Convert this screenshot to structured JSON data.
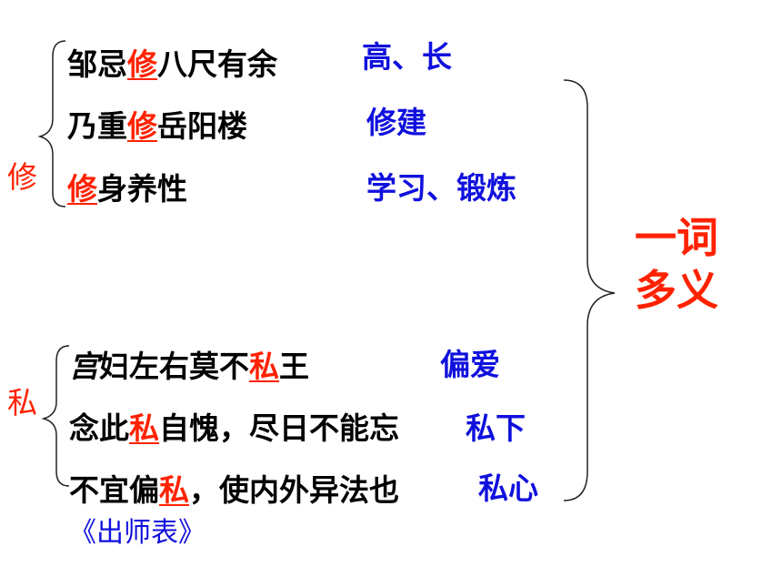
{
  "groups": [
    {
      "char": "修",
      "sentences": [
        {
          "pre": "邹忌",
          "key": "修",
          "post": "八尺有余",
          "meaning": "高、长"
        },
        {
          "pre": "乃重",
          "key": "修",
          "post": "岳阳楼",
          "meaning": "修建"
        },
        {
          "pre": "",
          "key": "修",
          "post": "身养性",
          "meaning": "学习、锻炼"
        }
      ]
    },
    {
      "char": "私",
      "sentences": [
        {
          "pre_italic": "宫",
          "pre": "妇左右莫不",
          "key": "私",
          "post": "王",
          "meaning": "偏爱"
        },
        {
          "pre": "念此",
          "key": "私",
          "post": "自愧，尽日不能忘",
          "meaning": "私下"
        },
        {
          "pre": "不宜偏",
          "key": "私",
          "post": "，使内外异法也",
          "meaning": "私心"
        }
      ]
    }
  ],
  "source": "《出师表》",
  "concept": {
    "line1": "一词",
    "line2": "多义"
  },
  "colors": {
    "highlight": "#ff2200",
    "meaning": "#1010dd",
    "text": "#000000"
  }
}
